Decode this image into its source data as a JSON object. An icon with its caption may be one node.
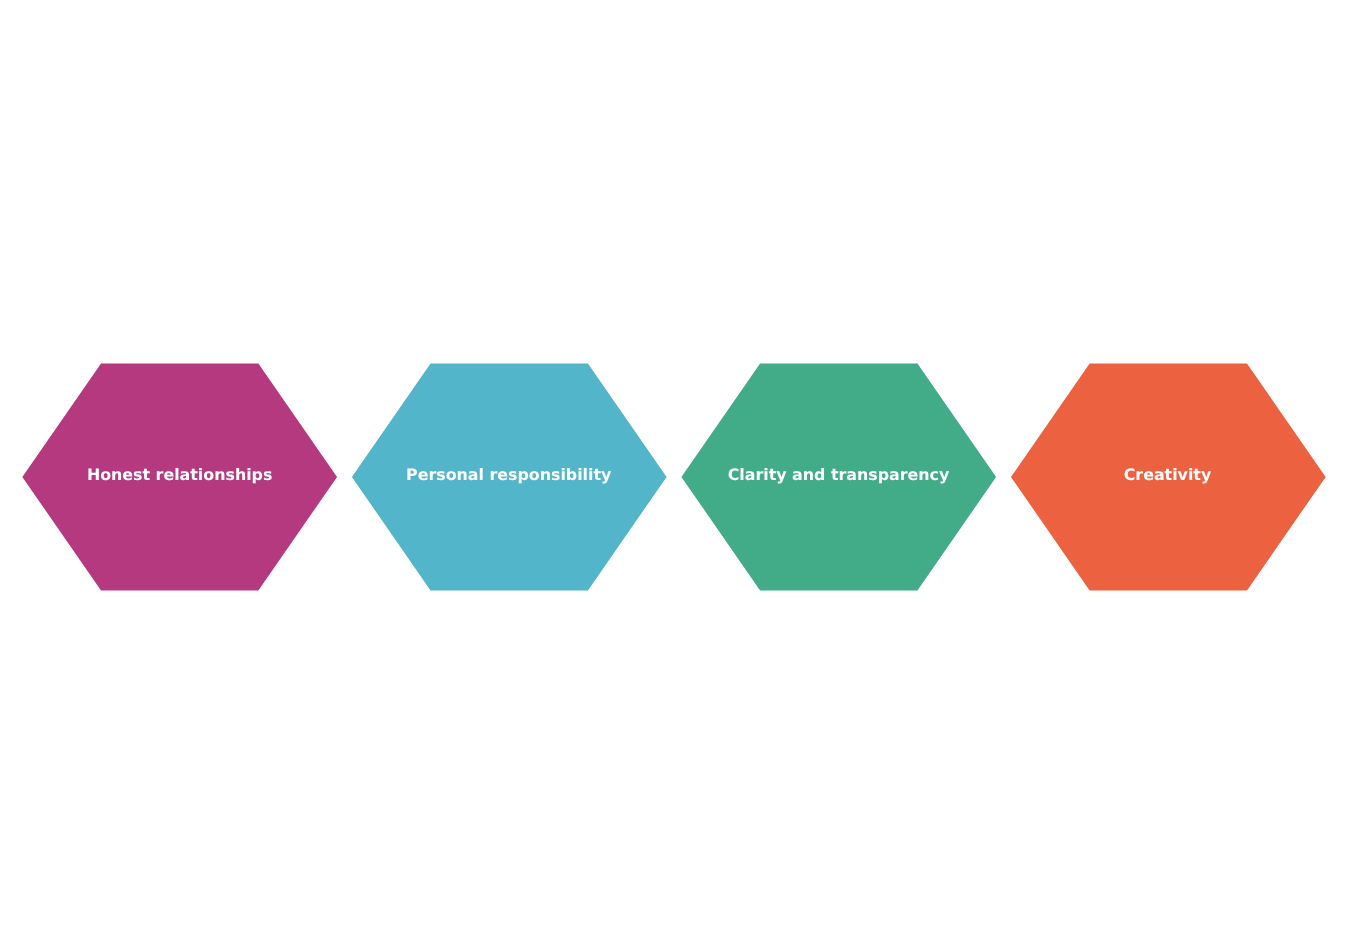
{
  "diagram": {
    "nodes": [
      {
        "text": [
          "Honest relationships"
        ]
      },
      {
        "text": [
          "Personal responsibility"
        ]
      },
      {
        "text": [
          "Clarity and transparency"
        ]
      },
      {
        "text": [
          "Creativity"
        ]
      }
    ],
    "edges": []
  }
}
